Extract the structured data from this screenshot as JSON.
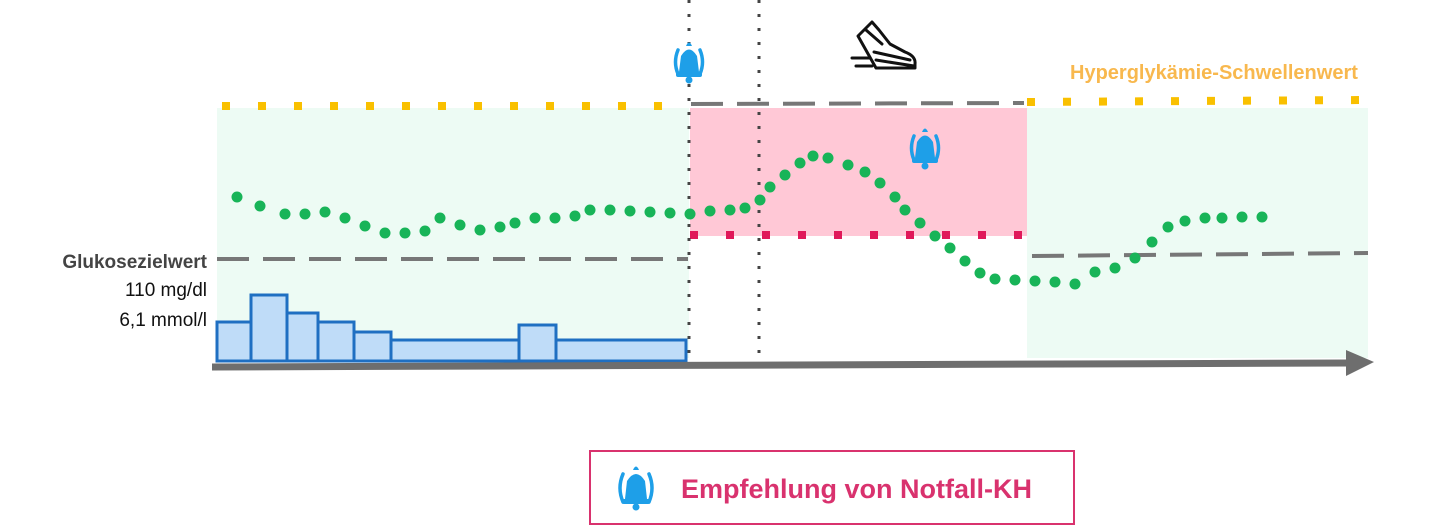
{
  "labels": {
    "target_title": "Glukosezielwert",
    "target_mg": "110 mg/dl",
    "target_mmol": "6,1 mmol/l",
    "hyper_threshold": "Hyperglykämie-Schwellenwert"
  },
  "legend": {
    "text": "Empfehlung von Notfall-KH",
    "icon": "bell-alarm-icon"
  },
  "icons": [
    "bell-alarm-icon",
    "running-shoe-icon"
  ],
  "colors": {
    "glucose_curve": "#18b458",
    "hyper_zone": "#ffc8d6",
    "target_zone": "#edfbf4",
    "hyper_threshold": "#f9c000",
    "alarm_line": "#e0195a",
    "insulin_bars": "#1f6fc2",
    "bell": "#1e9fe8",
    "legend_border": "#d9326e",
    "axis": "#6e6e6e"
  }
}
